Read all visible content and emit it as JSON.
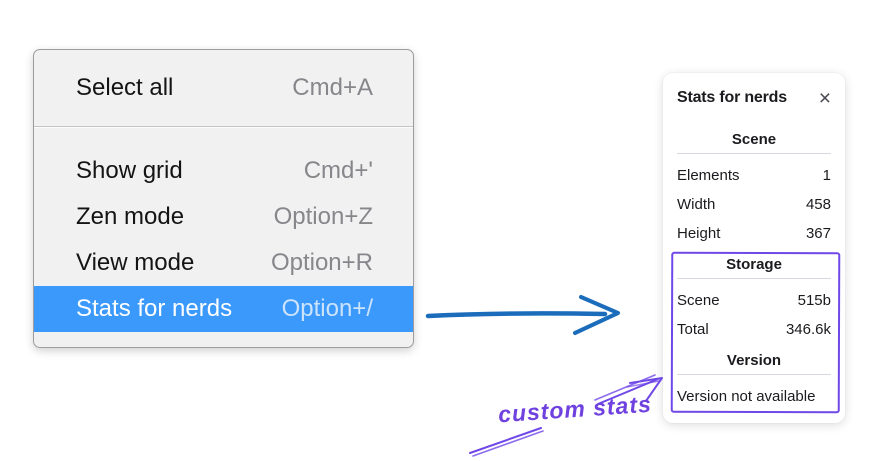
{
  "menu": {
    "groups": [
      {
        "items": [
          {
            "label": "Select all",
            "shortcut": "Cmd+A",
            "highlighted": false
          }
        ]
      },
      {
        "items": [
          {
            "label": "Show grid",
            "shortcut": "Cmd+'",
            "highlighted": false
          },
          {
            "label": "Zen mode",
            "shortcut": "Option+Z",
            "highlighted": false
          },
          {
            "label": "View mode",
            "shortcut": "Option+R",
            "highlighted": false
          },
          {
            "label": "Stats for nerds",
            "shortcut": "Option+/",
            "highlighted": true
          }
        ]
      }
    ]
  },
  "stats_panel": {
    "title": "Stats for nerds",
    "close_icon": "×",
    "sections": [
      {
        "heading": "Scene",
        "rows": [
          {
            "label": "Elements",
            "value": "1"
          },
          {
            "label": "Width",
            "value": "458"
          },
          {
            "label": "Height",
            "value": "367"
          }
        ]
      },
      {
        "heading": "Storage",
        "rows": [
          {
            "label": "Scene",
            "value": "515b"
          },
          {
            "label": "Total",
            "value": "346.6k"
          }
        ]
      },
      {
        "heading": "Version",
        "rows": [],
        "note": "Version not available"
      }
    ]
  },
  "annotations": {
    "custom_stats_label": "custom stats"
  },
  "colors": {
    "menu_highlight": "#3b99fc",
    "blue_arrow": "#1b6cbb",
    "annotation_purple": "#7048e8"
  }
}
